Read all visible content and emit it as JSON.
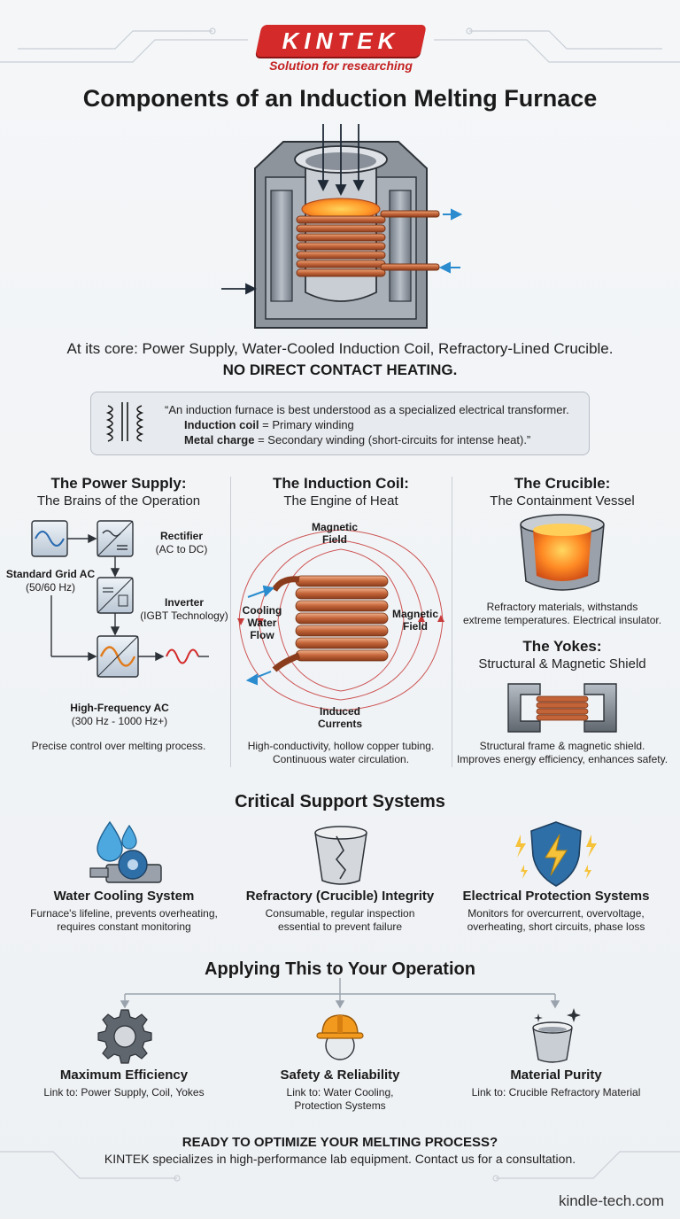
{
  "brand": {
    "name": "KINTEK",
    "tagline": "Solution for researching",
    "accent": "#d42a2a"
  },
  "title": "Components of an Induction Melting Furnace",
  "intro": {
    "line1": "At its core: Power Supply, Water-Cooled Induction Coil, Refractory-Lined Crucible.",
    "line2": "NO DIRECT CONTACT HEATING."
  },
  "quote": {
    "line1": "“An induction furnace is best understood as a specialized electrical transformer.",
    "coil_term": "Induction coil",
    "coil_def": " = Primary winding",
    "charge_term": "Metal charge",
    "charge_def": " = Secondary winding (short-circuits for intense heat).”"
  },
  "columns": {
    "power": {
      "heading": "The Power Supply:",
      "sub": "The Brains of the Operation",
      "grid": "Standard Grid AC",
      "grid_hz": "(50/60 Hz)",
      "rectifier": "Rectifier",
      "rectifier_sub": "(AC to DC)",
      "inverter": "Inverter",
      "inverter_sub": "(IGBT Technology)",
      "hf": "High-Frequency AC",
      "hf_sub": "(300 Hz - 1000 Hz+)",
      "desc": "Precise control over melting process."
    },
    "coil": {
      "heading": "The Induction Coil:",
      "sub": "The Engine of Heat",
      "mag_top": "Magnetic\nField",
      "mag_right": "Magnetic\nField",
      "cooling": "Cooling\nWater\nFlow",
      "induced": "Induced\nCurrents",
      "desc1": "High-conductivity, hollow copper tubing.",
      "desc2": "Continuous water circulation."
    },
    "crucible": {
      "heading": "The Crucible:",
      "sub": "The Containment Vessel",
      "desc1": "Refractory materials, withstands",
      "desc2": "extreme temperatures. Electrical insulator."
    },
    "yokes": {
      "heading": "The Yokes:",
      "sub": "Structural & Magnetic Shield",
      "desc1": "Structural frame & magnetic shield.",
      "desc2": "Improves energy efficiency, enhances safety."
    }
  },
  "support": {
    "heading": "Critical Support Systems",
    "items": [
      {
        "title": "Water Cooling System",
        "desc1": "Furnace's lifeline, prevents overheating,",
        "desc2": "requires constant monitoring",
        "icon": "water-pump-icon"
      },
      {
        "title": "Refractory (Crucible) Integrity",
        "desc1": "Consumable, regular inspection",
        "desc2": "essential to prevent failure",
        "icon": "cracked-crucible-icon"
      },
      {
        "title": "Electrical Protection Systems",
        "desc1": "Monitors for overcurrent, overvoltage,",
        "desc2": "overheating, short circuits, phase loss",
        "icon": "shield-lightning-icon"
      }
    ]
  },
  "apply": {
    "heading": "Applying This to Your Operation",
    "items": [
      {
        "title": "Maximum Efficiency",
        "desc1": "Link to: Power Supply, Coil, Yokes",
        "desc2": "",
        "icon": "gear-icon"
      },
      {
        "title": "Safety & Reliability",
        "desc1": "Link to: Water Cooling,",
        "desc2": "Protection Systems",
        "icon": "hardhat-icon"
      },
      {
        "title": "Material Purity",
        "desc1": "Link to: Crucible Refractory Material",
        "desc2": "",
        "icon": "sparkle-crucible-icon"
      }
    ]
  },
  "cta": {
    "heading": "READY TO OPTIMIZE YOUR MELTING PROCESS?",
    "body": "KINTEK specializes in high-performance lab equipment. Contact us for a consultation."
  },
  "website": "kindle-tech.com"
}
